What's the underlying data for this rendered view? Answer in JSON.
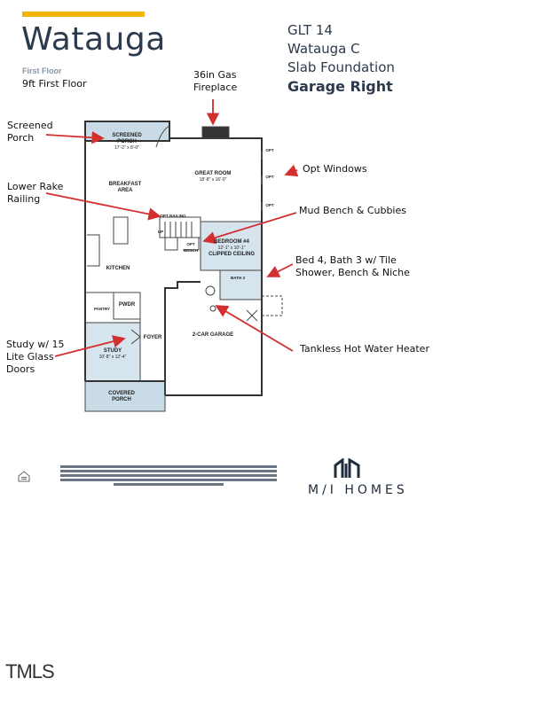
{
  "header": {
    "plan_name": "Watauga",
    "floor_label": "First Floor",
    "ceiling_label": "9ft First Floor"
  },
  "lot_info": {
    "lot": "GLT 14",
    "elevation": "Watauga C",
    "foundation": "Slab Foundation",
    "garage": "Garage Right"
  },
  "callouts": {
    "fireplace": [
      "36in Gas",
      "Fireplace"
    ],
    "screened_porch": [
      "Screened",
      "Porch"
    ],
    "opt_windows": "Opt Windows",
    "lower_rake": [
      "Lower Rake",
      "Railing"
    ],
    "mud_bench": "Mud Bench & Cubbies",
    "bed4": [
      "Bed 4, Bath 3 w/ Tile",
      "Shower, Bench & Niche"
    ],
    "study": [
      "Study w/ 15",
      "Lite Glass",
      "Doors"
    ],
    "water_heater": "Tankless Hot Water Heater"
  },
  "rooms": {
    "screened_porch": {
      "name": "SCREENED PORCH",
      "dim": "17'-2\" x 8'-0\""
    },
    "great_room": {
      "name": "GREAT ROOM",
      "dim": "18'-8\" x 16'-0\""
    },
    "breakfast": {
      "name": "BREAKFAST AREA"
    },
    "kitchen": {
      "name": "KITCHEN"
    },
    "bedroom4": {
      "name": "BEDROOM #4",
      "dim": "12'-1\" x 10'-1\"",
      "note": "CLIPPED CEILING"
    },
    "bath3": {
      "name": "BATH 3"
    },
    "pantry": {
      "name": "PANTRY"
    },
    "pwdr": {
      "name": "PWDR"
    },
    "foyer": {
      "name": "FOYER"
    },
    "study": {
      "name": "STUDY",
      "dim": "10'-8\" x 12'-4\""
    },
    "garage": {
      "name": "2-CAR GARAGE"
    },
    "covered_porch": {
      "name": "COVERED PORCH"
    },
    "opt_railing": "OPT RAILING",
    "opt_bench": "OPT BENCH",
    "opt": "OPT",
    "up": "UP"
  },
  "footer": {
    "logo": "M/I HOMES",
    "watermark": "TMLS"
  },
  "colors": {
    "accent": "#f2b500",
    "title": "#2b3a4d",
    "porch_fill": "#c9dbe6",
    "arrow": "#d32f2f"
  }
}
